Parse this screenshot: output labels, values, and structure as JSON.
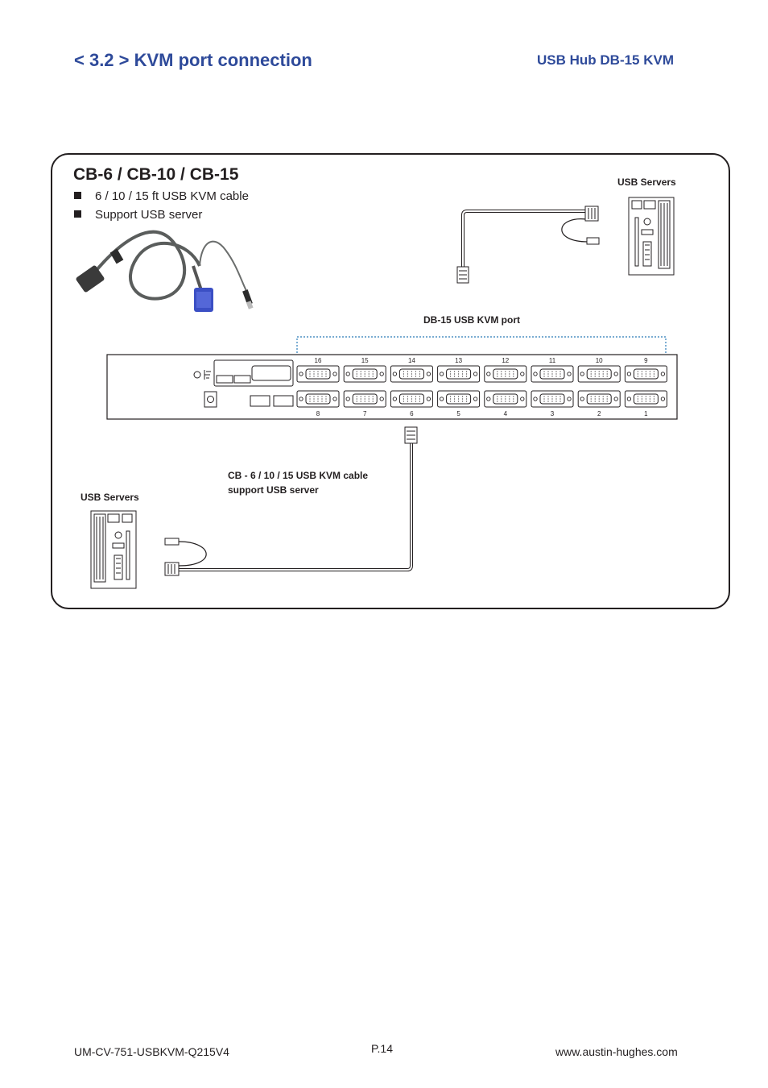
{
  "header": {
    "title": "< 3.2 > KVM port connection",
    "subtitle": "USB Hub  DB-15 KVM"
  },
  "cable": {
    "title": "CB-6 / CB-10 / CB-15",
    "bullets": [
      "6 / 10 / 15 ft USB KVM cable",
      "Support USB server"
    ]
  },
  "labels": {
    "usb_servers_top": "USB Servers",
    "db15_port": "DB-15 USB KVM port",
    "cable_caption_line1": "CB - 6 / 10 / 15 USB KVM cable",
    "cable_caption_line2": "support USB server",
    "usb_servers_bottom": "USB Servers"
  },
  "kvm_ports": {
    "top_row": [
      "16",
      "15",
      "14",
      "13",
      "12",
      "11",
      "10",
      "9"
    ],
    "bottom_row": [
      "8",
      "7",
      "6",
      "5",
      "4",
      "3",
      "2",
      "1"
    ]
  },
  "footer": {
    "doc_id": "UM-CV-751-USBKVM-Q215V4",
    "page": "P.14",
    "website": "www.austin-hughes.com"
  },
  "colors": {
    "heading_blue": "#2e4a9a",
    "dotted_blue": "#2a7ab8",
    "ink": "#231f20"
  }
}
